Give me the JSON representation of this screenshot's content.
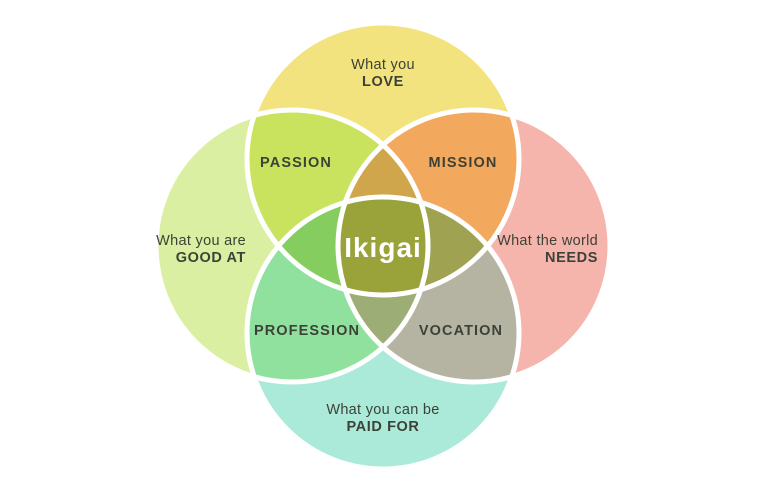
{
  "diagram": {
    "title": "Ikigai",
    "center_label": "Ikigai",
    "colors": {
      "love": "#F3E37F",
      "good_at": "#DBEFA3",
      "needs": "#F6B5AC",
      "paid_for": "#ABE9D9",
      "passion": "#C9E35E",
      "mission": "#F2A95D",
      "profession": "#90E19E",
      "vocation": "#B5B4A3",
      "lens_top": "#CFA64B",
      "lens_left": "#84CD5E",
      "lens_right": "#9FA351",
      "lens_bottom": "#9DAD76",
      "center": "#9AA23A",
      "outline": "#FFFFFF",
      "text": "#3C4237",
      "center_text": "#FFFFFF",
      "background": "#FFFFFF"
    },
    "circles": {
      "love": {
        "line1": "What you",
        "line2": "LOVE"
      },
      "good_at": {
        "line1": "What you are",
        "line2": "GOOD AT"
      },
      "needs": {
        "line1": "What the world",
        "line2": "NEEDS"
      },
      "paid_for": {
        "line1": "What you can be",
        "line2": "PAID FOR"
      }
    },
    "overlaps": {
      "passion": {
        "label": "PASSION"
      },
      "mission": {
        "label": "MISSION"
      },
      "profession": {
        "label": "PROFESSION"
      },
      "vocation": {
        "label": "VOCATION"
      }
    }
  }
}
